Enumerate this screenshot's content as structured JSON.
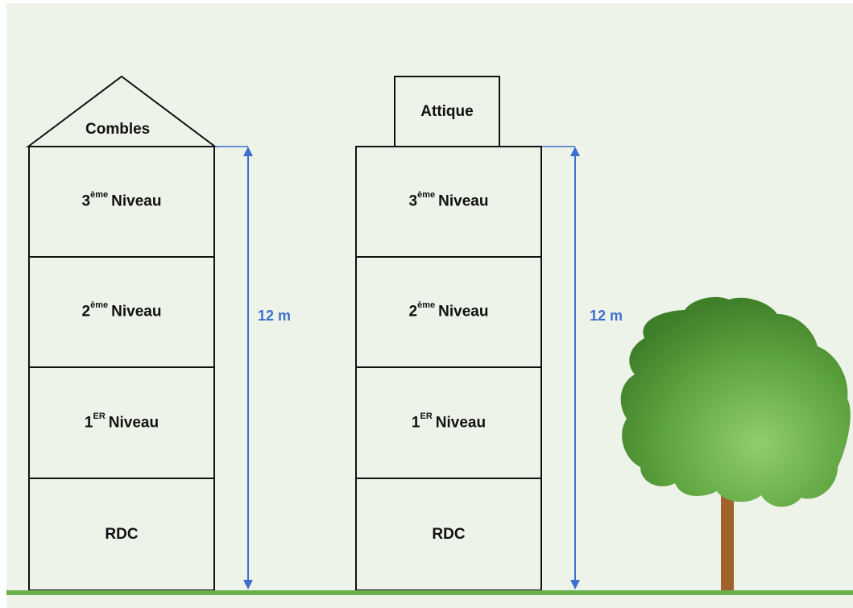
{
  "left_building": {
    "roof_label": "Combles",
    "floors": [
      {
        "base": "3",
        "sup": "ème",
        "text": "Niveau"
      },
      {
        "base": "2",
        "sup": "ème",
        "text": "Niveau"
      },
      {
        "base": "1",
        "sup": "ER",
        "text": "Niveau"
      },
      {
        "base": "RDC",
        "sup": "",
        "text": ""
      }
    ],
    "height_label": "12 m"
  },
  "right_building": {
    "roof_label": "Attique",
    "floors": [
      {
        "base": "3",
        "sup": "ème",
        "text": "Niveau"
      },
      {
        "base": "2",
        "sup": "ème",
        "text": "Niveau"
      },
      {
        "base": "1",
        "sup": "ER",
        "text": "Niveau"
      },
      {
        "base": "RDC",
        "sup": "",
        "text": ""
      }
    ],
    "height_label": "12 m"
  },
  "colors": {
    "background": "#eef3ea",
    "dimension": "#3d6fcc",
    "ground": "#6ab04c",
    "foliage": "#5da33e",
    "trunk": "#a0612a"
  }
}
